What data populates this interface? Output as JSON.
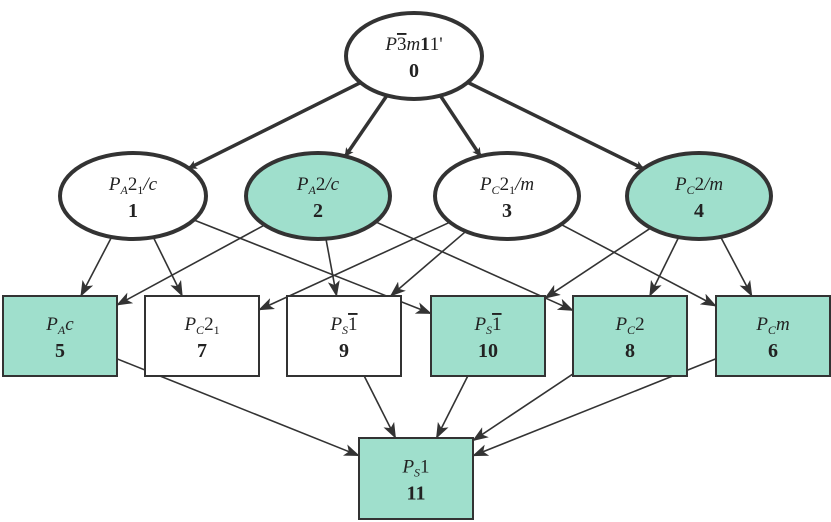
{
  "colors": {
    "highlight_fill": "#9fdfcc",
    "plain_fill": "#ffffff",
    "stroke": "#333333"
  },
  "nodes": [
    {
      "id": "0",
      "shape": "ellipse",
      "highlighted": false,
      "number": "0",
      "label": [
        {
          "t": "P"
        },
        {
          "t": "3",
          "style": "up",
          "overline": true
        },
        {
          "t": "m"
        },
        {
          "t": "1",
          "style": "bold"
        },
        {
          "t": "1'",
          "style": "up"
        }
      ]
    },
    {
      "id": "1",
      "shape": "ellipse",
      "highlighted": false,
      "number": "1",
      "label": [
        {
          "t": "P"
        },
        {
          "t": "A",
          "style": "sub"
        },
        {
          "t": "2",
          "style": "up"
        },
        {
          "t": "1",
          "style": "sub-up"
        },
        {
          "t": "/c"
        }
      ]
    },
    {
      "id": "2",
      "shape": "ellipse",
      "highlighted": true,
      "number": "2",
      "label": [
        {
          "t": "P"
        },
        {
          "t": "A",
          "style": "sub"
        },
        {
          "t": "2",
          "style": "up"
        },
        {
          "t": "/c"
        }
      ]
    },
    {
      "id": "3",
      "shape": "ellipse",
      "highlighted": false,
      "number": "3",
      "label": [
        {
          "t": "P"
        },
        {
          "t": "C",
          "style": "sub"
        },
        {
          "t": "2",
          "style": "up"
        },
        {
          "t": "1",
          "style": "sub-up"
        },
        {
          "t": "/m"
        }
      ]
    },
    {
      "id": "4",
      "shape": "ellipse",
      "highlighted": true,
      "number": "4",
      "label": [
        {
          "t": "P"
        },
        {
          "t": "C",
          "style": "sub"
        },
        {
          "t": "2",
          "style": "up"
        },
        {
          "t": "/m"
        }
      ]
    },
    {
      "id": "5",
      "shape": "rect",
      "highlighted": true,
      "number": "5",
      "label": [
        {
          "t": "P"
        },
        {
          "t": "A",
          "style": "sub"
        },
        {
          "t": "c"
        }
      ]
    },
    {
      "id": "7",
      "shape": "rect",
      "highlighted": false,
      "number": "7",
      "label": [
        {
          "t": "P"
        },
        {
          "t": "C",
          "style": "sub"
        },
        {
          "t": "2",
          "style": "up"
        },
        {
          "t": "1",
          "style": "sub-up"
        }
      ]
    },
    {
      "id": "9",
      "shape": "rect",
      "highlighted": false,
      "number": "9",
      "label": [
        {
          "t": "P"
        },
        {
          "t": "S",
          "style": "sub"
        },
        {
          "t": "1",
          "style": "up",
          "overline": true
        }
      ]
    },
    {
      "id": "10",
      "shape": "rect",
      "highlighted": true,
      "number": "10",
      "label": [
        {
          "t": "P"
        },
        {
          "t": "S",
          "style": "sub"
        },
        {
          "t": "1",
          "style": "up",
          "overline": true
        }
      ]
    },
    {
      "id": "8",
      "shape": "rect",
      "highlighted": true,
      "number": "8",
      "label": [
        {
          "t": "P"
        },
        {
          "t": "C",
          "style": "sub"
        },
        {
          "t": "2",
          "style": "up"
        }
      ]
    },
    {
      "id": "6",
      "shape": "rect",
      "highlighted": true,
      "number": "6",
      "label": [
        {
          "t": "P"
        },
        {
          "t": "C",
          "style": "sub"
        },
        {
          "t": "m"
        }
      ]
    },
    {
      "id": "11",
      "shape": "rect",
      "highlighted": true,
      "number": "11",
      "label": [
        {
          "t": "P"
        },
        {
          "t": "S",
          "style": "sub"
        },
        {
          "t": "1",
          "style": "up"
        }
      ]
    }
  ],
  "edges": [
    {
      "from": "0",
      "to": "1"
    },
    {
      "from": "0",
      "to": "2"
    },
    {
      "from": "0",
      "to": "3"
    },
    {
      "from": "0",
      "to": "4"
    },
    {
      "from": "1",
      "to": "5"
    },
    {
      "from": "1",
      "to": "7"
    },
    {
      "from": "1",
      "to": "10"
    },
    {
      "from": "2",
      "to": "5"
    },
    {
      "from": "2",
      "to": "9"
    },
    {
      "from": "2",
      "to": "8"
    },
    {
      "from": "3",
      "to": "7"
    },
    {
      "from": "3",
      "to": "9"
    },
    {
      "from": "3",
      "to": "6"
    },
    {
      "from": "4",
      "to": "10"
    },
    {
      "from": "4",
      "to": "8"
    },
    {
      "from": "4",
      "to": "6"
    },
    {
      "from": "5",
      "to": "11"
    },
    {
      "from": "9",
      "to": "11"
    },
    {
      "from": "10",
      "to": "11"
    },
    {
      "from": "8",
      "to": "11"
    },
    {
      "from": "6",
      "to": "11"
    }
  ]
}
